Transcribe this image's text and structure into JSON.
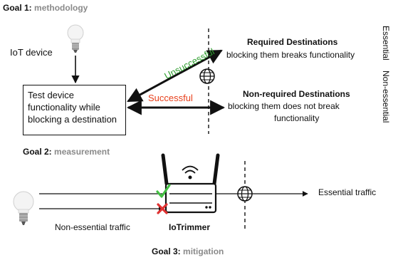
{
  "goal1": {
    "label": "Goal 1:",
    "sub": "methodology"
  },
  "goal2": {
    "label": "Goal 2:",
    "sub": "measurement"
  },
  "goal3": {
    "label": "Goal 3:",
    "sub": "mitigation"
  },
  "iot_device_label": "IoT device",
  "test_box": {
    "line1": "Test device",
    "line2": "functionality while",
    "line3": "blocking a destination"
  },
  "arrow_unsuccessful": "Unsuccessful",
  "arrow_successful": "Successful",
  "required": {
    "title": "Required Destinations",
    "desc": "blocking them breaks functionality"
  },
  "non_required": {
    "title": "Non-required Destinations",
    "desc_line1": "blocking them does not break",
    "desc_line2": "functionality"
  },
  "side_labels": {
    "essential": "Essential",
    "non_essential": "Non-essential"
  },
  "essential_traffic": "Essential traffic",
  "non_essential_traffic": "Non-essential traffic",
  "router_label": "IoTrimmer",
  "colors": {
    "unsuccessful": "#2e9e2e",
    "successful": "#e8401c",
    "check": "#43c043",
    "cross": "#e03232",
    "subtitle": "#8a8a8a"
  },
  "icons": [
    "lightbulb-icon",
    "globe-icon",
    "router-icon",
    "check-icon",
    "cross-icon"
  ]
}
